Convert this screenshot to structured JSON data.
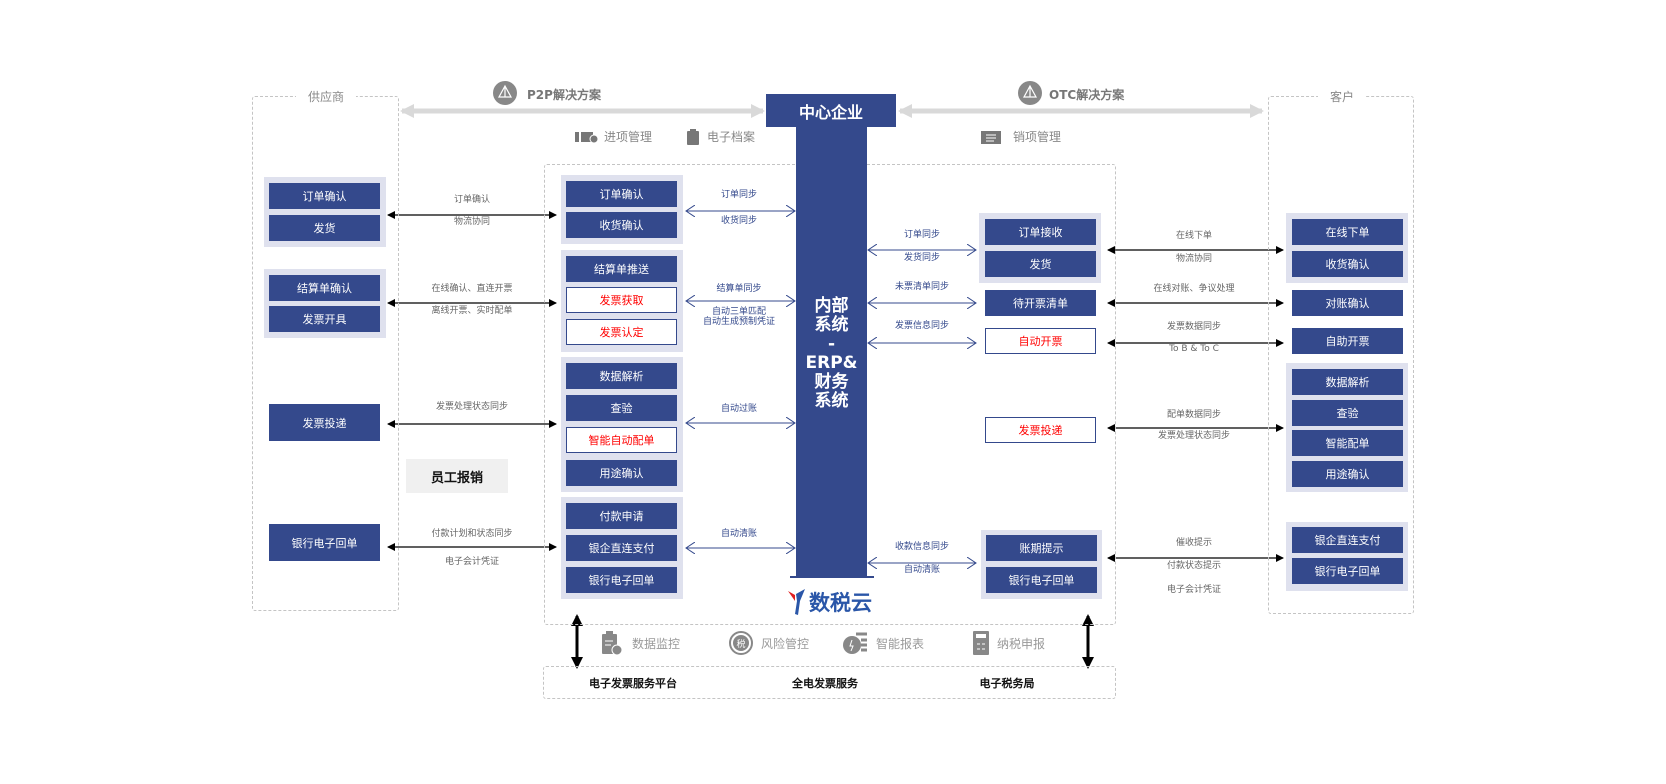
{
  "header": {
    "center": "中心企业",
    "p2p": "P2P解决方案",
    "otc": "OTC解决方案"
  },
  "sections": {
    "supplier": "供应商",
    "customer": "客户",
    "inbound": "进项管理",
    "archive": "电子档案",
    "outbound": "销项管理"
  },
  "core": {
    "lines": [
      "内部",
      "系统",
      "-",
      "ERP&",
      "财务",
      "系统"
    ]
  },
  "logo": {
    "text": "数税云"
  },
  "supplier": {
    "g1": [
      "订单确认",
      "发货"
    ],
    "g2": [
      "结算单确认",
      "发票开具"
    ],
    "delivery": "发票投递",
    "receipt": "银行电子回单",
    "expense": "员工报销"
  },
  "middle": {
    "g1": [
      "订单确认",
      "收货确认"
    ],
    "g2": [
      "结算单推送",
      "发票获取",
      "发票认定"
    ],
    "g3": [
      "数据解析",
      "查验",
      "智能自动配单",
      "用途确认"
    ],
    "g4": [
      "付款申请",
      "银企直连支付",
      "银行电子回单"
    ]
  },
  "right": {
    "g1": [
      "订单接收",
      "发货"
    ],
    "pending": "待开票清单",
    "auto": "自动开票",
    "delivery": "发票投递",
    "g4": [
      "账期提示",
      "银行电子回单"
    ]
  },
  "customer": {
    "g1": [
      "在线下单",
      "收货确认"
    ],
    "reconcile": "对账确认",
    "self": "自助开票",
    "g2": [
      "数据解析",
      "查验",
      "智能配单",
      "用途确认"
    ],
    "g3": [
      "银企直连支付",
      "银行电子回单"
    ]
  },
  "links": {
    "s1": [
      "订单确认",
      "物流协同"
    ],
    "s2": [
      "在线确认、直连开票",
      "离线开票、实时配单"
    ],
    "s3": [
      "发票处理状态同步"
    ],
    "s4": [
      "付款计划和状态同步",
      "电子会计凭证"
    ],
    "m1": [
      "订单同步",
      "收货同步"
    ],
    "m2": [
      "结算单同步",
      "自动三单匹配",
      "自动生成预制凭证"
    ],
    "m3": [
      "自动过账"
    ],
    "m4": [
      "自动清账"
    ],
    "r1": [
      "订单同步",
      "发货同步"
    ],
    "r2": [
      "未票清单同步"
    ],
    "r3": [
      "发票信息同步"
    ],
    "r4": [
      "收款信息同步",
      "自动清账"
    ],
    "c1": [
      "在线下单",
      "物流协同"
    ],
    "c2": [
      "在线对账、争议处理"
    ],
    "c3": [
      "发票数据同步",
      "To B & To C"
    ],
    "c4": [
      "配单数据同步",
      "发票处理状态同步"
    ],
    "c5": [
      "催收提示",
      "付款状态提示",
      "电子会计凭证"
    ]
  },
  "bottom": {
    "services": [
      "数据监控",
      "风险管控",
      "智能报表",
      "纳税申报"
    ],
    "platforms": [
      "电子发票服务平台",
      "全电发票服务",
      "电子税务局"
    ]
  },
  "colors": {
    "navy": "#34498c",
    "group": "#dfe1ee",
    "red": "#ff0000"
  }
}
